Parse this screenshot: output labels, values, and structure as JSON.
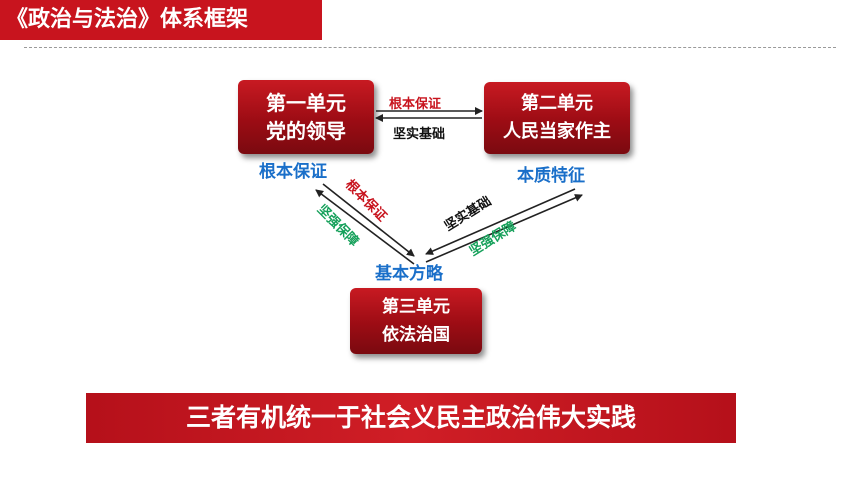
{
  "header": {
    "title": "《政治与法治》体系框架"
  },
  "units": {
    "unit1": {
      "line1": "第一单元",
      "line2": "党的领导"
    },
    "unit2": {
      "line1": "第二单元",
      "line2": "人民当家作主"
    },
    "unit3": {
      "line1": "第三单元",
      "line2": "依法治国"
    }
  },
  "labels": {
    "unit1_feature": "根本保证",
    "unit2_feature": "本质特征",
    "unit3_feature": "基本方略",
    "top_upper": "根本保证",
    "top_lower": "坚实基础",
    "left_red": "根本保证",
    "left_green": "坚强保障",
    "right_black": "坚实基础",
    "right_green": "坚强保障"
  },
  "footer": {
    "text": "三者有机统一于社会义民主政治伟大实践"
  },
  "colors": {
    "brand_red": "#c8141e",
    "label_blue": "#1a6fc9",
    "label_green": "#15a05a"
  }
}
